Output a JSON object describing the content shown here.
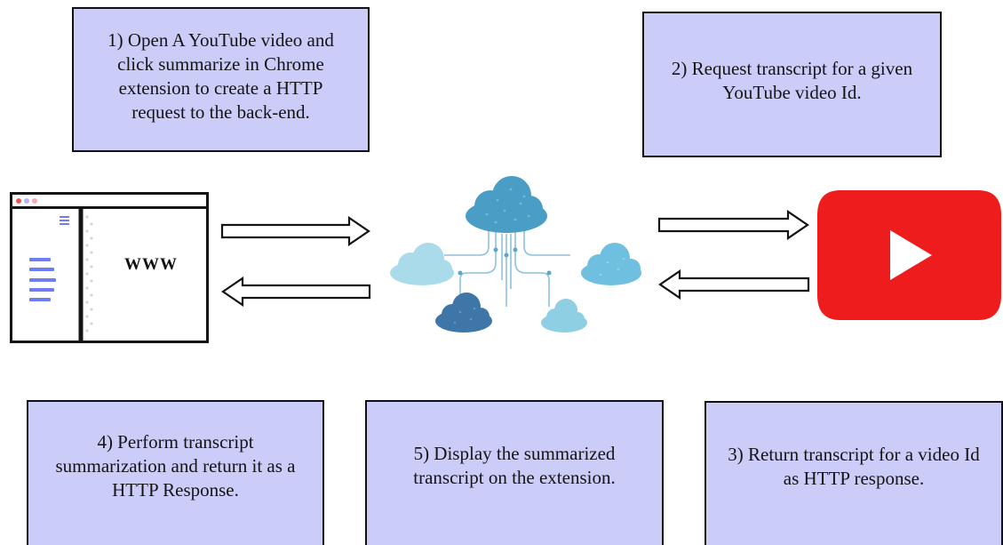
{
  "diagram": {
    "steps": {
      "step1": "1) Open A YouTube video and\nclick summarize in Chrome\nextension to create a HTTP\nrequest to the back-end.",
      "step2": "2) Request transcript for a given\nYouTube video Id.",
      "step3": "3) Return transcript for a video Id\nas HTTP response.",
      "step4": "4) Perform transcript\nsummarization and return it as a\nHTTP Response.",
      "step5": "5) Display the summarized\ntranscript on the extension."
    },
    "browser": {
      "label": "WWW",
      "titlebar_dots": [
        "#ef5350",
        "#b9b0f5",
        "#f7a8b8"
      ],
      "accent": "#6f7cf2"
    },
    "icons": {
      "browser": "browser-window-icon",
      "cloud": "cloud-network-icon",
      "youtube": "youtube-play-icon"
    },
    "colors": {
      "box_fill": "#ccccf9",
      "box_border": "#111111",
      "youtube_red": "#ee1c1c",
      "cloud_main": "#4a9dc4",
      "cloud_light": "#a9dbea",
      "cloud_mid": "#6fbfe0",
      "cloud_dark": "#3f76a8"
    }
  }
}
